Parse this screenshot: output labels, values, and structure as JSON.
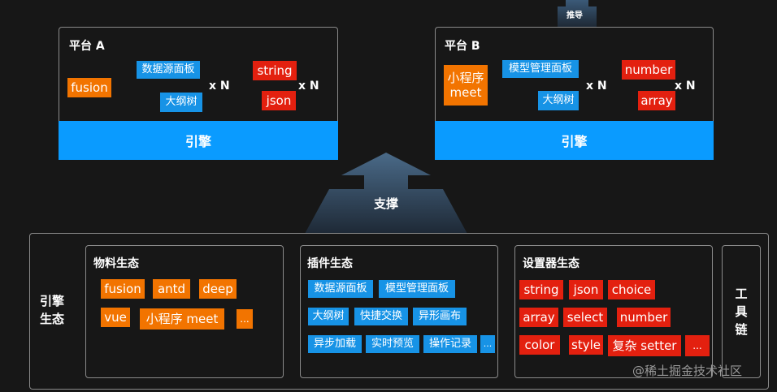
{
  "platform_a": {
    "title": "平台 A",
    "fusion": "fusion",
    "datasource_panel": "数据源面板",
    "outline_tree": "大纲树",
    "multiplier1": "x N",
    "string": "string",
    "json": "json",
    "multiplier2": "x N",
    "engine": "引擎"
  },
  "platform_b": {
    "title": "平台 B",
    "miniprogram_line1": "小程序",
    "miniprogram_line2": "meet",
    "model_panel": "模型管理面板",
    "outline_tree": "大纲树",
    "multiplier1": "x N",
    "number": "number",
    "array": "array",
    "multiplier2": "x N",
    "engine": "引擎"
  },
  "top_arrow_label": "推导",
  "support_label": "支撑",
  "ecosystem": {
    "label_line1": "引擎",
    "label_line2": "生态",
    "materials": {
      "title": "物料生态",
      "items": [
        "fusion",
        "antd",
        "deep",
        "vue",
        "小程序 meet",
        "..."
      ]
    },
    "plugins": {
      "title": "插件生态",
      "items": [
        "数据源面板",
        "模型管理面板",
        "大纲树",
        "快捷交换",
        "异形画布",
        "异步加载",
        "实时预览",
        "操作记录",
        "..."
      ]
    },
    "setters": {
      "title": "设置器生态",
      "items": [
        "string",
        "json",
        "choice",
        "array",
        "select",
        "number",
        "color",
        "style",
        "复杂 setter",
        "..."
      ]
    },
    "toolchain": {
      "line1": "工",
      "line2": "具",
      "line3": "链"
    }
  },
  "colors": {
    "background": "#171717",
    "material_chip": "#f27400",
    "plugin_chip": "#1793e6",
    "setter_chip": "#e3200f",
    "engine_bar": "#0a9bff",
    "arrow": "#2e4a63"
  },
  "watermark": "@稀土掘金技术社区"
}
